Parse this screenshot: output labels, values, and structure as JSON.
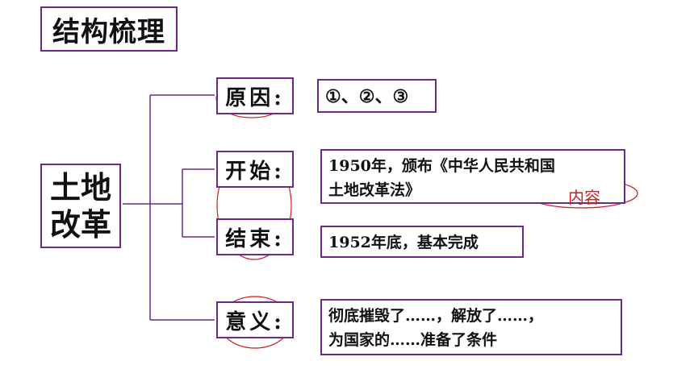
{
  "title": "结构梳理",
  "root": {
    "line1": "土地",
    "line2": "改革"
  },
  "branches": [
    {
      "label": "原因:",
      "content": [
        "①、②、③"
      ]
    },
    {
      "label": "开始:",
      "content": [
        "1950年，颁布《中华人民共和国",
        "土地改革法》"
      ]
    },
    {
      "label": "结束:",
      "content": [
        "1952年底，基本完成"
      ]
    },
    {
      "label": "意义:",
      "content": [
        "彻底摧毁了……，解放了……，",
        "为国家的……准备了条件"
      ]
    }
  ],
  "annotation": "内容",
  "colors": {
    "border": "#6a2a8a",
    "connector": "#6a2a8a",
    "ellipse": "#cc1f1f",
    "annotation": "#cc1f1f"
  }
}
